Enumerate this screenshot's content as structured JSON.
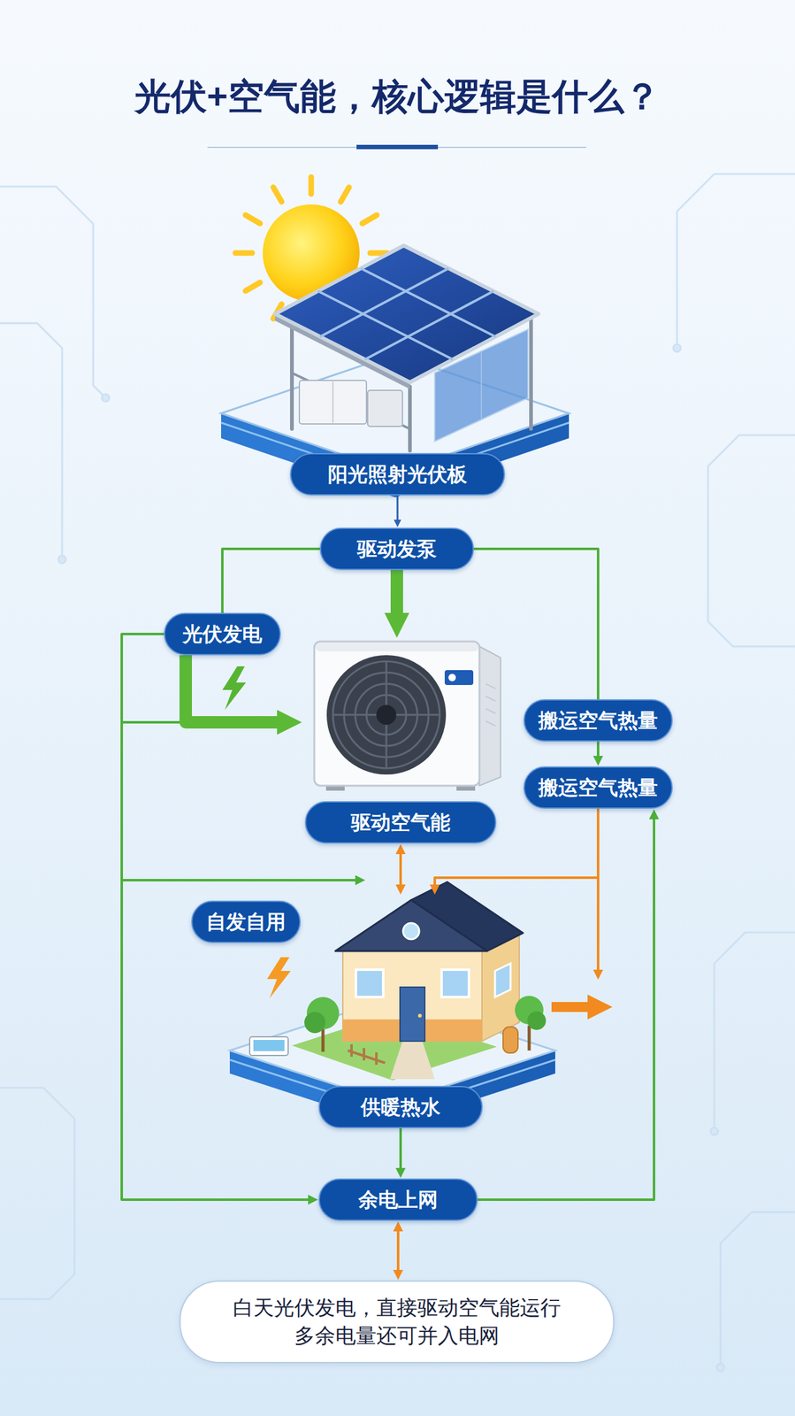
{
  "diagram": {
    "title": "光伏+空气能，核心逻辑是什么？",
    "nodes": [
      {
        "text": [
          "阳光照射光伏板"
        ]
      },
      {
        "text": [
          "驱动发泵"
        ]
      },
      {
        "text": [
          "光伏发电"
        ]
      },
      {
        "text": [
          "搬运空气热量"
        ]
      },
      {
        "text": [
          "搬运空气热量"
        ]
      },
      {
        "text": [
          "驱动空气能"
        ]
      },
      {
        "text": [
          "自发自用"
        ]
      },
      {
        "text": [
          "供暖热水"
        ]
      },
      {
        "text": [
          "余电上网"
        ]
      },
      {
        "text": [
          "白天光伏发电，直接驱动空气能运行 多余电量还可并入电网"
        ]
      }
    ],
    "edges": [
      {
        "from": 0,
        "to": 1,
        "arrow": "to"
      },
      {
        "from": 1,
        "to": 5,
        "arrow": "to"
      },
      {
        "from": 1,
        "to": 2,
        "arrow": "none"
      },
      {
        "from": 1,
        "to": 3,
        "arrow": "none"
      },
      {
        "from": 2,
        "to": 5,
        "arrow": "to"
      },
      {
        "from": 2,
        "to": 8,
        "arrow": "to"
      },
      {
        "from": 3,
        "to": 4,
        "arrow": "to"
      },
      {
        "from": 4,
        "to": 7,
        "arrow": "to"
      },
      {
        "from": 5,
        "to": 7,
        "arrow": "both"
      },
      {
        "from": 7,
        "to": 8,
        "arrow": "to"
      },
      {
        "from": 8,
        "to": 4,
        "arrow": "to"
      },
      {
        "from": 8,
        "to": 9,
        "arrow": "both"
      }
    ]
  }
}
